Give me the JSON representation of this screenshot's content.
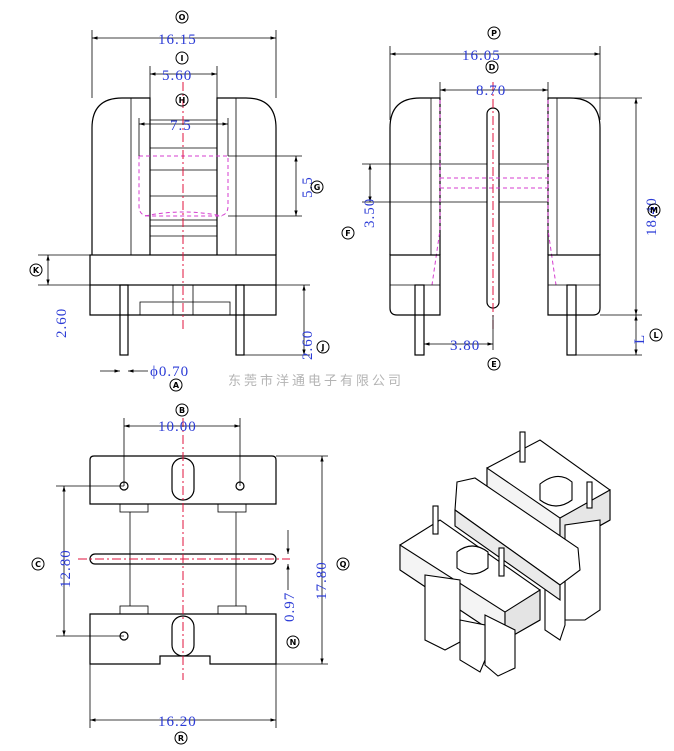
{
  "colors": {
    "dimension_text": "#2b3bd6",
    "center_line": "#e0133c",
    "hidden_line": "#d43ccf",
    "watermark": "#b4b4b4"
  },
  "dimensions": {
    "front_width": "16.15",
    "front_slot": "5.60",
    "front_inner": "7.5",
    "front_window": "5.5",
    "front_base": "2.60",
    "front_pin_len": "2.60",
    "pin_dia": "ϕ0.70",
    "side_width": "16.05",
    "side_inner": "8.70",
    "side_height": "18.40",
    "side_flange": "3.50",
    "side_pin_pos": "3.80",
    "side_pin_len": "L",
    "bottom_pitch": "10.00",
    "bottom_span": "12.80",
    "bottom_height": "17.80",
    "bottom_gap": "0.97",
    "bottom_width": "16.20"
  },
  "labels": {
    "O": "O",
    "I": "I",
    "H": "H",
    "G": "G",
    "K": "K",
    "J": "J",
    "A": "A",
    "P": "P",
    "D": "D",
    "M": "M",
    "F": "F",
    "L": "L",
    "E": "E",
    "B": "B",
    "C": "C",
    "Q": "Q",
    "N": "N",
    "R": "R"
  },
  "watermark": "东莞市洋通电子有限公司"
}
